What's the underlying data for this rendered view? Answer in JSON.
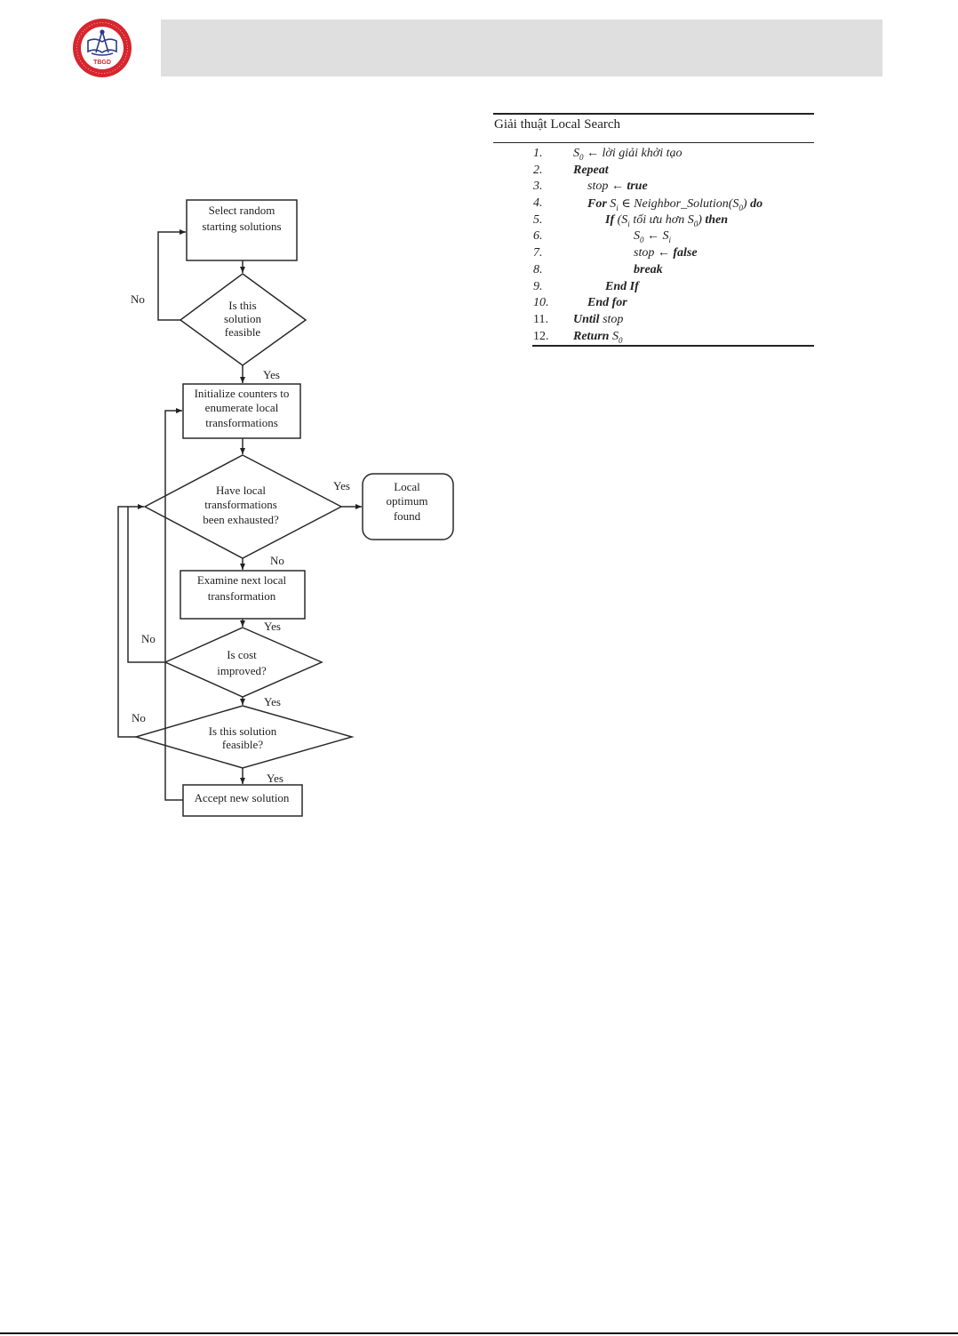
{
  "header": {
    "logo": {
      "icon": "tbgd-logo-icon",
      "text": "TBGD",
      "ring_color": "#d7262e",
      "emblem_color": "#2b3a8c"
    },
    "bar_color": "#dfdfdf"
  },
  "flowchart": {
    "nodes": {
      "select_start": [
        "Select random",
        "starting solutions"
      ],
      "feasible_1": [
        "Is this",
        "solution",
        "feasible"
      ],
      "init_counters": [
        "Initialize counters to",
        "enumerate local",
        "transformations"
      ],
      "exhausted": [
        "Have local",
        "transformations",
        "been exhausted?"
      ],
      "local_optimum": [
        "Local",
        "optimum",
        "found"
      ],
      "examine_next": [
        "Examine next local",
        "transformation"
      ],
      "cost_improved": [
        "Is cost",
        "improved?"
      ],
      "feasible_2": [
        "Is this solution",
        "feasible?"
      ],
      "accept_new": [
        "Accept new solution"
      ]
    },
    "labels": {
      "no_feasible_1": "No",
      "yes_feasible_1": "Yes",
      "yes_exhausted": "Yes",
      "no_exhausted": "No",
      "yes_examine": "Yes",
      "no_cost": "No",
      "yes_cost": "Yes",
      "no_feasible_2": "No",
      "yes_feasible_2": "Yes"
    }
  },
  "algorithm": {
    "title": "Giải thuật Local Search",
    "lines": [
      {
        "num": "1.",
        "parts": [
          {
            "t": "S",
            "b": false
          },
          {
            "t": "0",
            "sub": true
          },
          {
            "t": " ← lời giải khởi tạo",
            "b": false
          }
        ],
        "indent": 0
      },
      {
        "num": "2.",
        "parts": [
          {
            "t": "Repeat",
            "b": true
          }
        ],
        "indent": 0
      },
      {
        "num": "3.",
        "parts": [
          {
            "t": "stop ← ",
            "b": false
          },
          {
            "t": "true",
            "b": true
          }
        ],
        "indent": 1
      },
      {
        "num": "4.",
        "parts": [
          {
            "t": "For ",
            "b": true
          },
          {
            "t": "S",
            "b": false
          },
          {
            "t": "i",
            "sub": true
          },
          {
            "t": " ∈ Neighbor_Solution(S",
            "b": false
          },
          {
            "t": "0",
            "sub": true
          },
          {
            "t": ") ",
            "b": false
          },
          {
            "t": "do",
            "b": true
          }
        ],
        "indent": 1
      },
      {
        "num": "5.",
        "parts": [
          {
            "t": "If ",
            "b": true
          },
          {
            "t": "(S",
            "b": false
          },
          {
            "t": "i",
            "sub": true
          },
          {
            "t": " tối ưu hơn S",
            "b": false
          },
          {
            "t": "0",
            "sub": true
          },
          {
            "t": ") ",
            "b": false
          },
          {
            "t": "then",
            "b": true
          }
        ],
        "indent": 2
      },
      {
        "num": "6.",
        "parts": [
          {
            "t": "S",
            "b": false
          },
          {
            "t": "0",
            "sub": true
          },
          {
            "t": " ← S",
            "b": false
          },
          {
            "t": "i",
            "sub": true
          }
        ],
        "indent": 3
      },
      {
        "num": "7.",
        "parts": [
          {
            "t": "stop ← ",
            "b": false
          },
          {
            "t": "false",
            "b": true
          }
        ],
        "indent": 3
      },
      {
        "num": "8.",
        "parts": [
          {
            "t": "break",
            "b": true
          }
        ],
        "indent": 3
      },
      {
        "num": "9.",
        "parts": [
          {
            "t": "End If",
            "b": true
          }
        ],
        "indent": 2
      },
      {
        "num": "10.",
        "parts": [
          {
            "t": "End for",
            "b": true
          }
        ],
        "indent": 1
      },
      {
        "num": "11.",
        "parts": [
          {
            "t": "Until ",
            "b": true
          },
          {
            "t": "stop",
            "b": false
          }
        ],
        "indent": 0
      },
      {
        "num": "12.",
        "parts": [
          {
            "t": "Return ",
            "b": true
          },
          {
            "t": "S",
            "b": false
          },
          {
            "t": "0",
            "sub": true
          }
        ],
        "indent": 0
      }
    ]
  }
}
